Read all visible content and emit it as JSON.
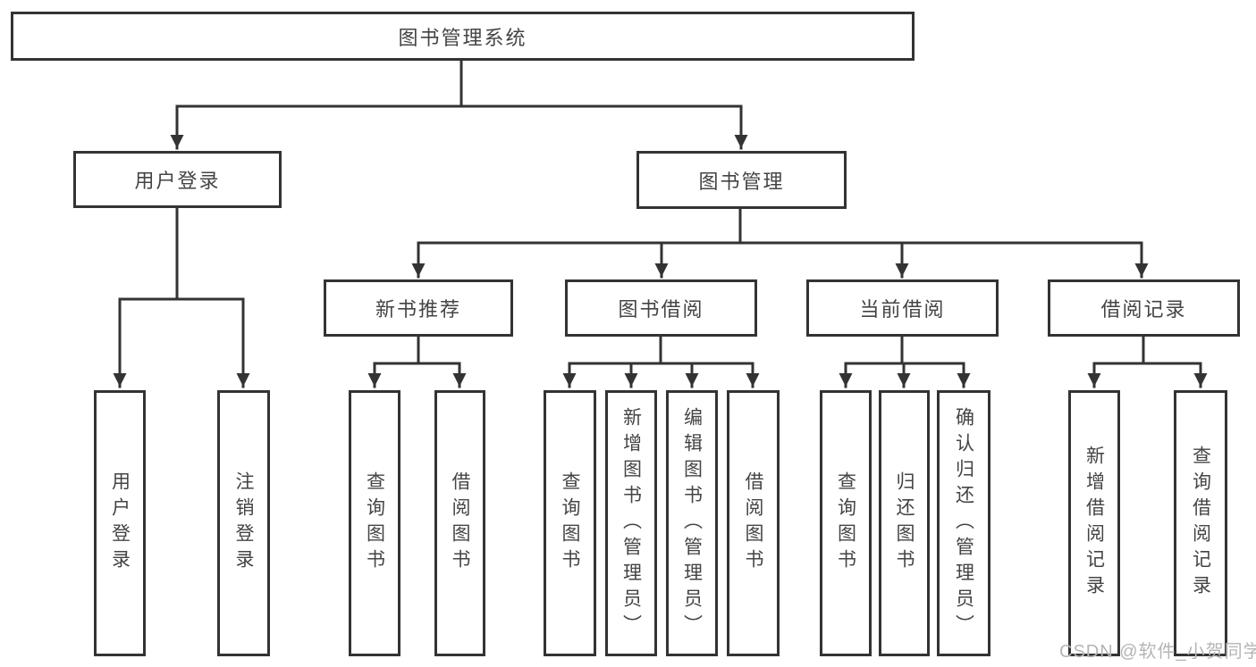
{
  "diagram": {
    "root": {
      "label": "图书管理系统"
    },
    "level2": [
      {
        "label": "用户登录"
      },
      {
        "label": "图书管理"
      }
    ],
    "level3": [
      {
        "label": "新书推荐"
      },
      {
        "label": "图书借阅"
      },
      {
        "label": "当前借阅"
      },
      {
        "label": "借阅记录"
      }
    ],
    "leaves": [
      {
        "label": "用户登录"
      },
      {
        "label": "注销登录"
      },
      {
        "label": "查询图书"
      },
      {
        "label": "借阅图书"
      },
      {
        "label": "查询图书"
      },
      {
        "label": "新增图书（管理员）"
      },
      {
        "label": "编辑图书（管理员）"
      },
      {
        "label": "借阅图书"
      },
      {
        "label": "查询图书"
      },
      {
        "label": "归还图书"
      },
      {
        "label": "确认归还（管理员）"
      },
      {
        "label": "新增借阅记录"
      },
      {
        "label": "查询借阅记录"
      }
    ],
    "watermark": "CSDN @软件_小贺同学",
    "colors": {
      "line": "#333333",
      "text": "#444444",
      "box_bg": "#ffffff",
      "watermark": "#b5b5b5"
    }
  }
}
